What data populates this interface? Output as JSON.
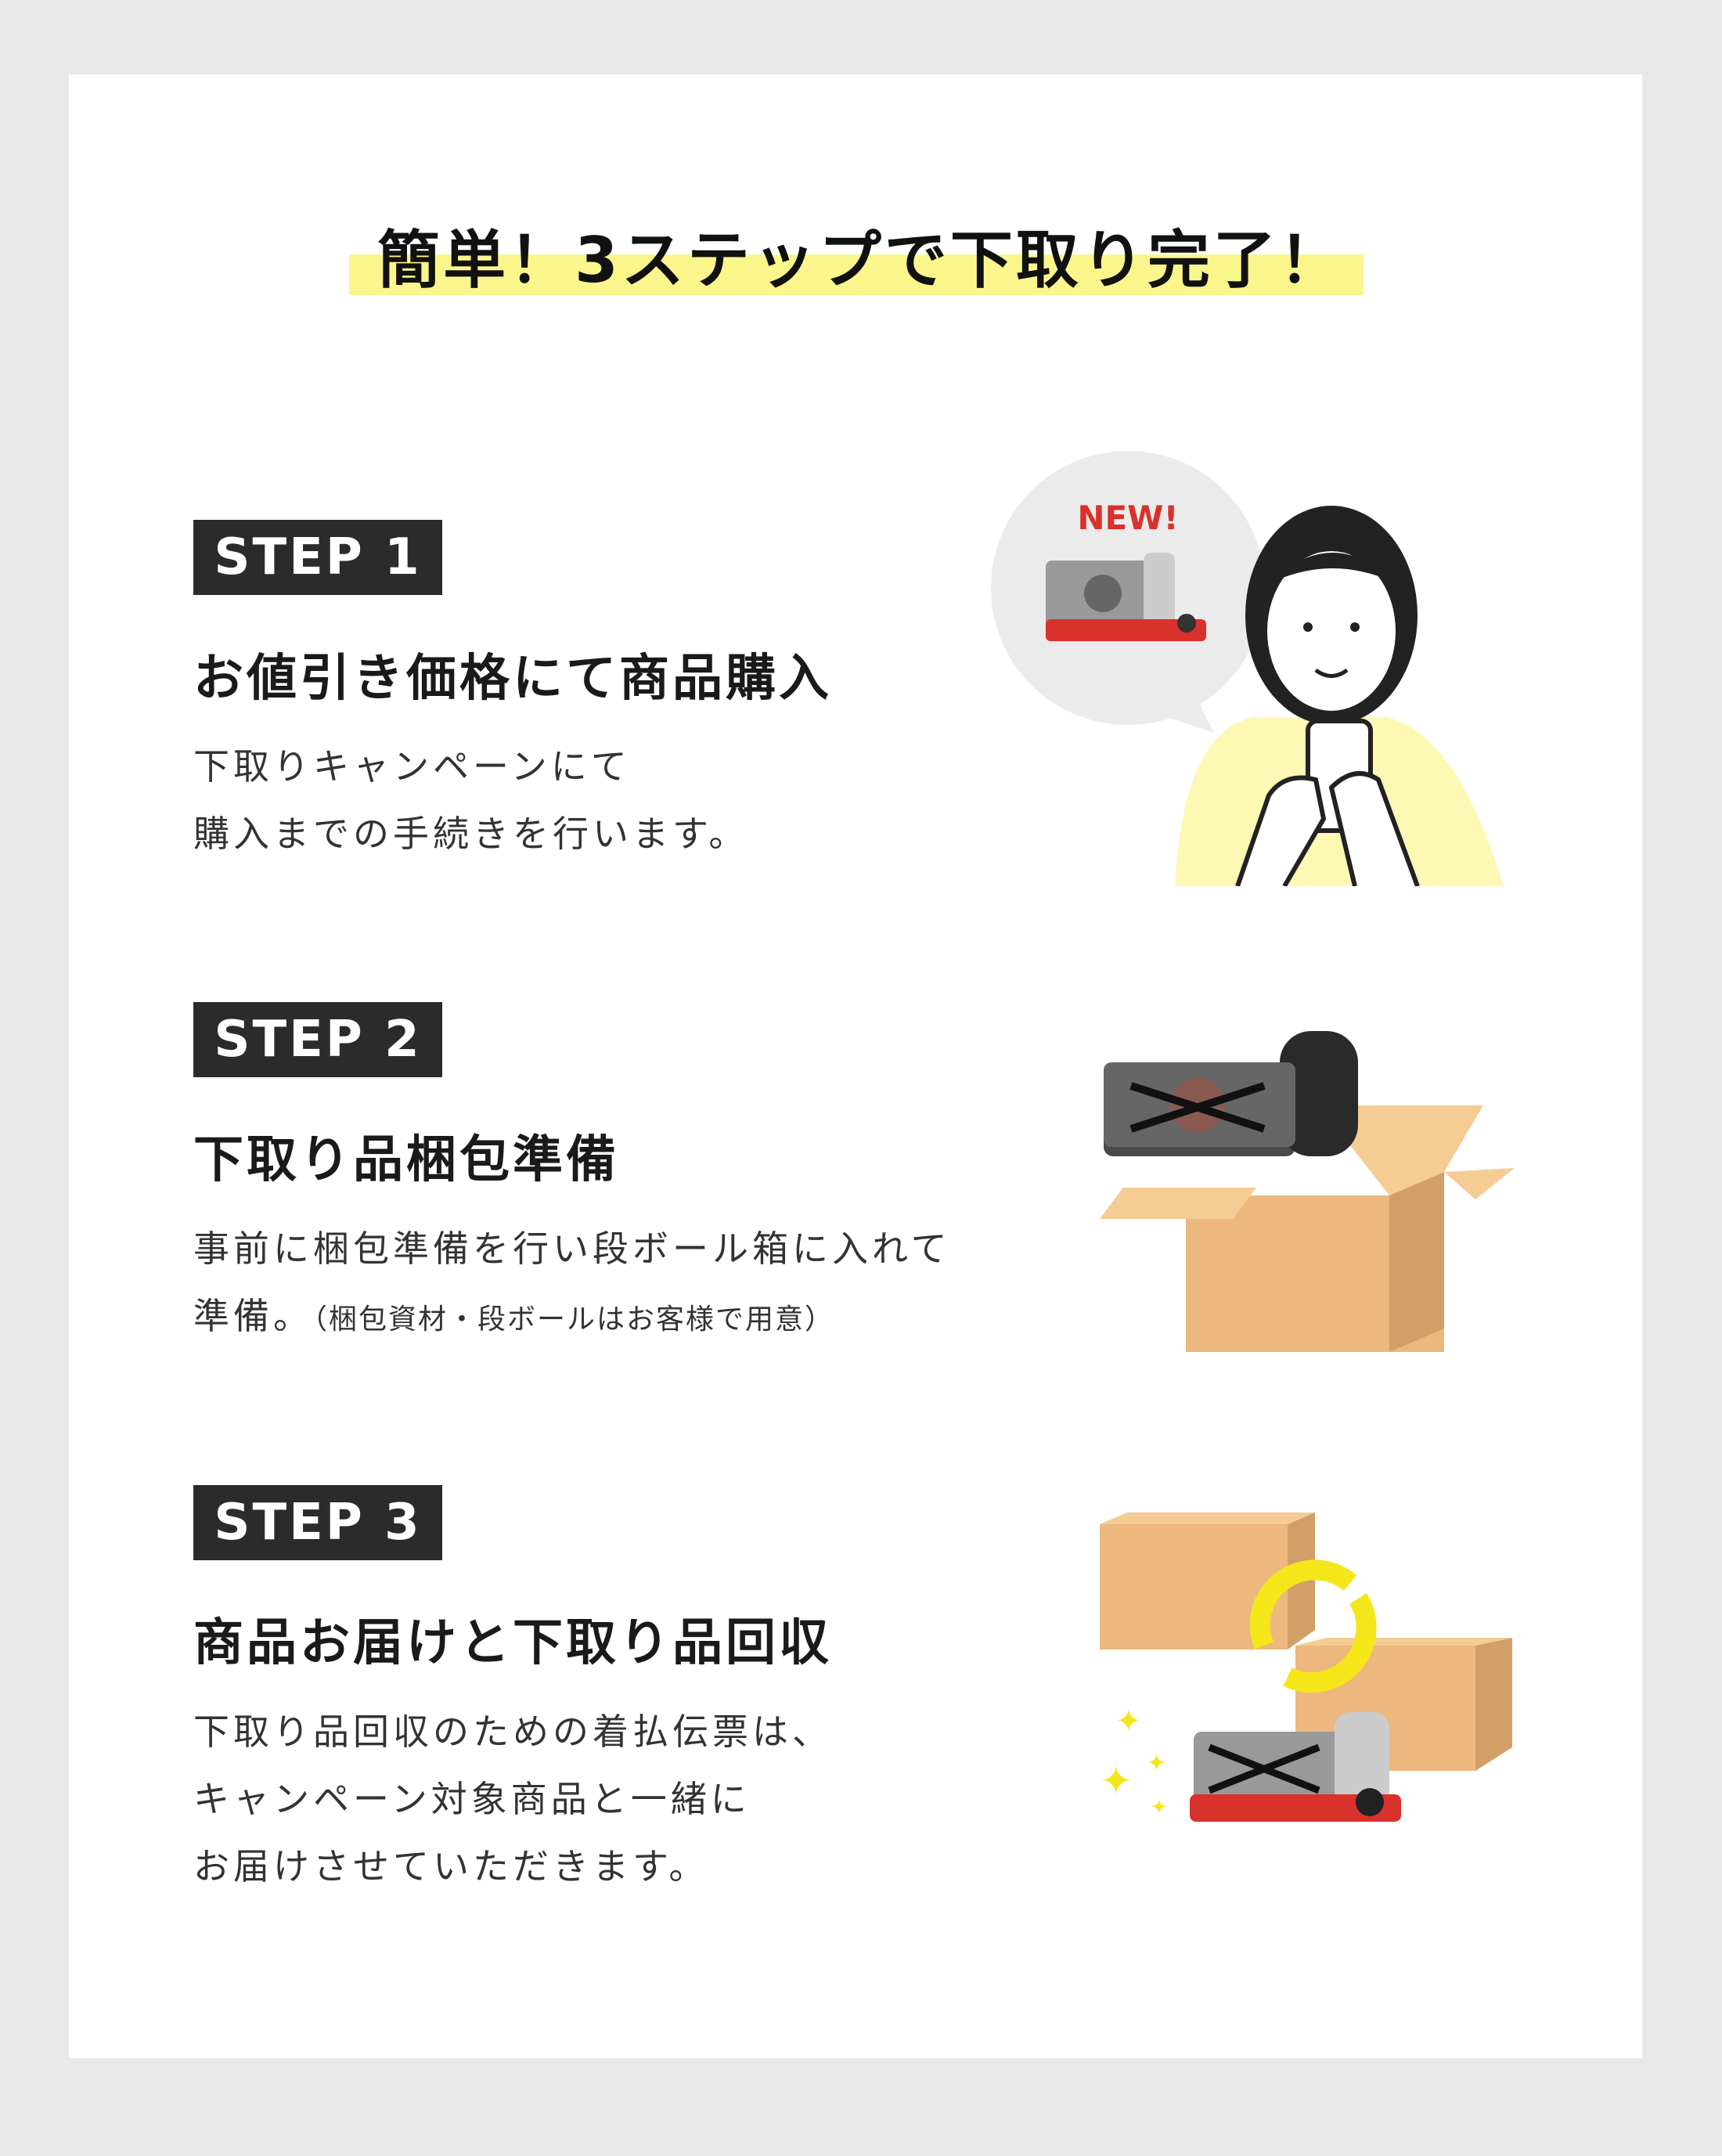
{
  "title": "簡単！3ステップで下取り完了！",
  "steps": [
    {
      "badge": "STEP 1",
      "heading": "お値引き価格にて商品購入",
      "lines": [
        "下取りキャンペーンにて",
        "購入までの手続きを行います。"
      ],
      "illustration_label": "NEW!"
    },
    {
      "badge": "STEP 2",
      "heading": "下取り品梱包準備",
      "lines": [
        "事前に梱包準備を行い段ボール箱に入れて",
        "準備。"
      ],
      "note": "（梱包資材・段ボールはお客様で用意）"
    },
    {
      "badge": "STEP 3",
      "heading": "商品お届けと下取り品回収",
      "lines": [
        "下取り品回収のための着払伝票は、",
        "キャンペーン対象商品と一緒に",
        "お届けさせていただきます。"
      ]
    }
  ],
  "colors": {
    "highlight": "#fbf68c",
    "badge": "#2b2b2b",
    "box": "#ecb87e",
    "accent_red": "#d9312b"
  }
}
